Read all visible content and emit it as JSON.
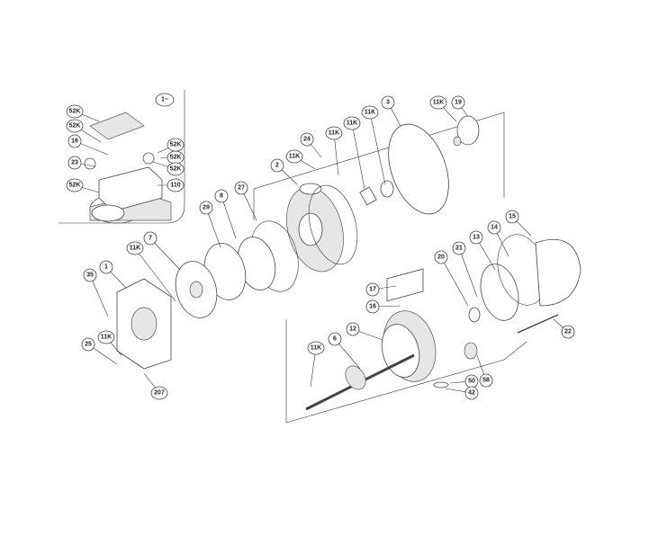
{
  "diagram": {
    "title": "Exploded view of electric pump motor",
    "inset_label": "1~",
    "callouts": [
      "52K",
      "52K",
      "16",
      "23",
      "52K",
      "52K",
      "52K",
      "52K",
      "110",
      "24",
      "11K",
      "11K",
      "11K",
      "11K",
      "2",
      "3",
      "11K",
      "19",
      "27",
      "29",
      "8",
      "7",
      "11K",
      "1",
      "35",
      "25",
      "11K",
      "207",
      "17",
      "16",
      "20",
      "21",
      "13",
      "14",
      "15",
      "12",
      "6",
      "11K",
      "22",
      "50",
      "58",
      "42"
    ]
  }
}
